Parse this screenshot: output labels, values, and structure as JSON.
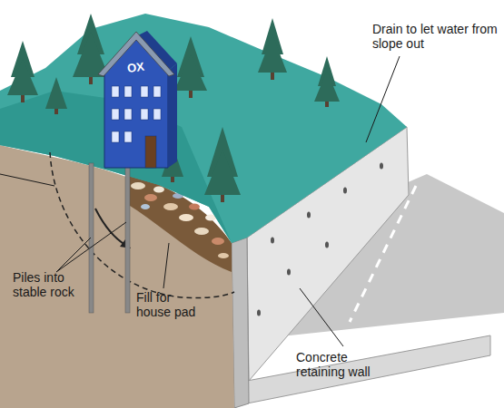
{
  "diagram": {
    "labels": [
      "OX",
      "Drain to let water from slope out",
      "Piles into stable rock",
      "Fill for house pad",
      "Concrete retaining wall"
    ]
  }
}
